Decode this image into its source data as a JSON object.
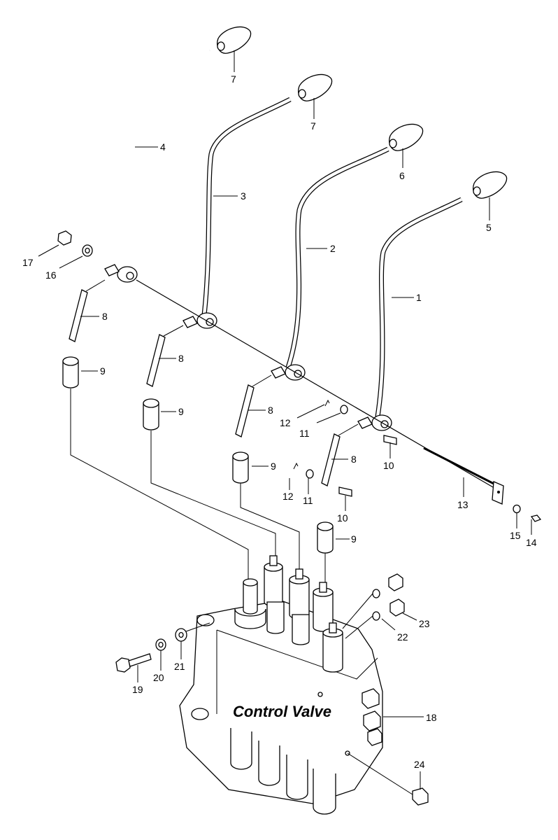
{
  "title": "Control Valve",
  "labels": {
    "n1": "1",
    "n2": "2",
    "n3": "3",
    "n4": "4",
    "n5": "5",
    "n6": "6",
    "n7a": "7",
    "n7b": "7",
    "n8a": "8",
    "n8b": "8",
    "n8c": "8",
    "n8d": "8",
    "n9a": "9",
    "n9b": "9",
    "n9c": "9",
    "n9d": "9",
    "n10a": "10",
    "n10b": "10",
    "n11a": "11",
    "n11b": "11",
    "n12a": "12",
    "n12b": "12",
    "n13": "13",
    "n14": "14",
    "n15": "15",
    "n16": "16",
    "n17": "17",
    "n18": "18",
    "n19": "19",
    "n20": "20",
    "n21": "21",
    "n22": "22",
    "n23": "23",
    "n24": "24"
  }
}
